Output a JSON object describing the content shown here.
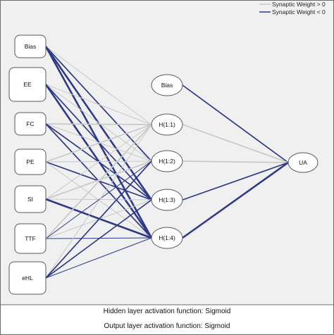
{
  "legend": {
    "positive": {
      "label": "Synaptic Weight > 0",
      "color": "#c8c8c8"
    },
    "negative": {
      "label": "Synaptic Weight < 0",
      "color": "#2e3a86"
    }
  },
  "network": {
    "input_layer": [
      {
        "id": "i0",
        "label": "Bias"
      },
      {
        "id": "i1",
        "label": "EE"
      },
      {
        "id": "i2",
        "label": "FC"
      },
      {
        "id": "i3",
        "label": "PE"
      },
      {
        "id": "i4",
        "label": "SI"
      },
      {
        "id": "i5",
        "label": "TTF"
      },
      {
        "id": "i6",
        "label": "eHL"
      }
    ],
    "hidden_layer": [
      {
        "id": "h0",
        "label": "Bias"
      },
      {
        "id": "h1",
        "label": "H(1:1)"
      },
      {
        "id": "h2",
        "label": "H(1:2)"
      },
      {
        "id": "h3",
        "label": "H(1:3)"
      },
      {
        "id": "h4",
        "label": "H(1:4)"
      }
    ],
    "output_layer": [
      {
        "id": "o1",
        "label": "UA"
      }
    ],
    "connections": [
      {
        "from": "i0",
        "to": "h1",
        "sign": "pos",
        "strength": 1
      },
      {
        "from": "i0",
        "to": "h2",
        "sign": "neg",
        "strength": 2
      },
      {
        "from": "i0",
        "to": "h3",
        "sign": "neg",
        "strength": 3
      },
      {
        "from": "i0",
        "to": "h4",
        "sign": "neg",
        "strength": 3
      },
      {
        "from": "i1",
        "to": "h1",
        "sign": "pos",
        "strength": 1
      },
      {
        "from": "i1",
        "to": "h2",
        "sign": "pos",
        "strength": 1
      },
      {
        "from": "i1",
        "to": "h3",
        "sign": "neg",
        "strength": 2
      },
      {
        "from": "i1",
        "to": "h4",
        "sign": "neg",
        "strength": 3
      },
      {
        "from": "i2",
        "to": "h1",
        "sign": "pos",
        "strength": 2
      },
      {
        "from": "i2",
        "to": "h2",
        "sign": "pos",
        "strength": 1
      },
      {
        "from": "i2",
        "to": "h3",
        "sign": "neg",
        "strength": 2
      },
      {
        "from": "i2",
        "to": "h4",
        "sign": "neg",
        "strength": 2
      },
      {
        "from": "i3",
        "to": "h1",
        "sign": "pos",
        "strength": 2
      },
      {
        "from": "i3",
        "to": "h2",
        "sign": "pos",
        "strength": 1
      },
      {
        "from": "i3",
        "to": "h3",
        "sign": "neg",
        "strength": 2
      },
      {
        "from": "i3",
        "to": "h4",
        "sign": "pos",
        "strength": 1
      },
      {
        "from": "i4",
        "to": "h1",
        "sign": "pos",
        "strength": 1
      },
      {
        "from": "i4",
        "to": "h2",
        "sign": "pos",
        "strength": 2
      },
      {
        "from": "i4",
        "to": "h3",
        "sign": "pos",
        "strength": 1
      },
      {
        "from": "i4",
        "to": "h4",
        "sign": "neg",
        "strength": 3
      },
      {
        "from": "i5",
        "to": "h1",
        "sign": "pos",
        "strength": 2
      },
      {
        "from": "i5",
        "to": "h2",
        "sign": "neg",
        "strength": 1
      },
      {
        "from": "i5",
        "to": "h3",
        "sign": "pos",
        "strength": 1
      },
      {
        "from": "i5",
        "to": "h4",
        "sign": "neg",
        "strength": 1
      },
      {
        "from": "i6",
        "to": "h1",
        "sign": "pos",
        "strength": 1
      },
      {
        "from": "i6",
        "to": "h2",
        "sign": "neg",
        "strength": 2
      },
      {
        "from": "i6",
        "to": "h3",
        "sign": "neg",
        "strength": 2
      },
      {
        "from": "i6",
        "to": "h4",
        "sign": "neg",
        "strength": 1
      },
      {
        "from": "h0",
        "to": "o1",
        "sign": "neg",
        "strength": 2
      },
      {
        "from": "h1",
        "to": "o1",
        "sign": "pos",
        "strength": 2
      },
      {
        "from": "h2",
        "to": "o1",
        "sign": "pos",
        "strength": 2
      },
      {
        "from": "h3",
        "to": "o1",
        "sign": "neg",
        "strength": 2
      },
      {
        "from": "h4",
        "to": "o1",
        "sign": "neg",
        "strength": 3
      }
    ]
  },
  "captions": {
    "hidden_activation": "Hidden layer activation function: Sigmoid",
    "output_activation": "Output layer activation function: Sigmoid"
  }
}
